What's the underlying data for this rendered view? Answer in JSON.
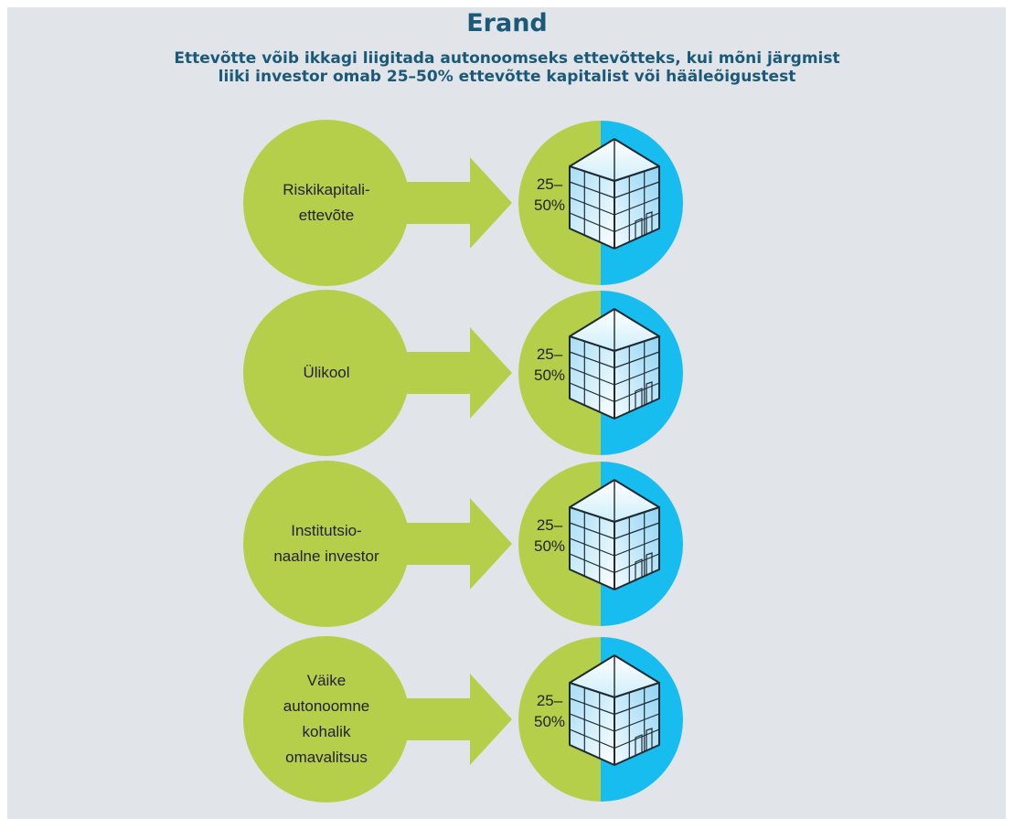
{
  "title": "Erand",
  "subtitle_lines": [
    "Ettevõtte võib ikkagi liigitada autonoomseks ettevõtteks, kui mõni järgmist",
    "liiki investor omab 25–50% ettevõtte kapitalist või hääleõigustest"
  ],
  "colors": {
    "background": "#e1e4e8",
    "heading": "#1a5a78",
    "green": "#b5cf4a",
    "blue": "#18bdf0"
  },
  "rows": [
    {
      "investor_lines": [
        "Riskikapitali-",
        "ettevõte"
      ],
      "share_lines": [
        "25–",
        "50%"
      ]
    },
    {
      "investor_lines": [
        "Ülikool"
      ],
      "share_lines": [
        "25–",
        "50%"
      ]
    },
    {
      "investor_lines": [
        "Institutsio-",
        "naalne investor"
      ],
      "share_lines": [
        "25–",
        "50%"
      ]
    },
    {
      "investor_lines": [
        "Väike",
        "autonoomne",
        "kohalik",
        "omavalitsus"
      ],
      "share_lines": [
        "25–",
        "50%"
      ]
    }
  ],
  "icons": {
    "arrow": "arrow-right-icon",
    "company": "office-building-icon"
  }
}
